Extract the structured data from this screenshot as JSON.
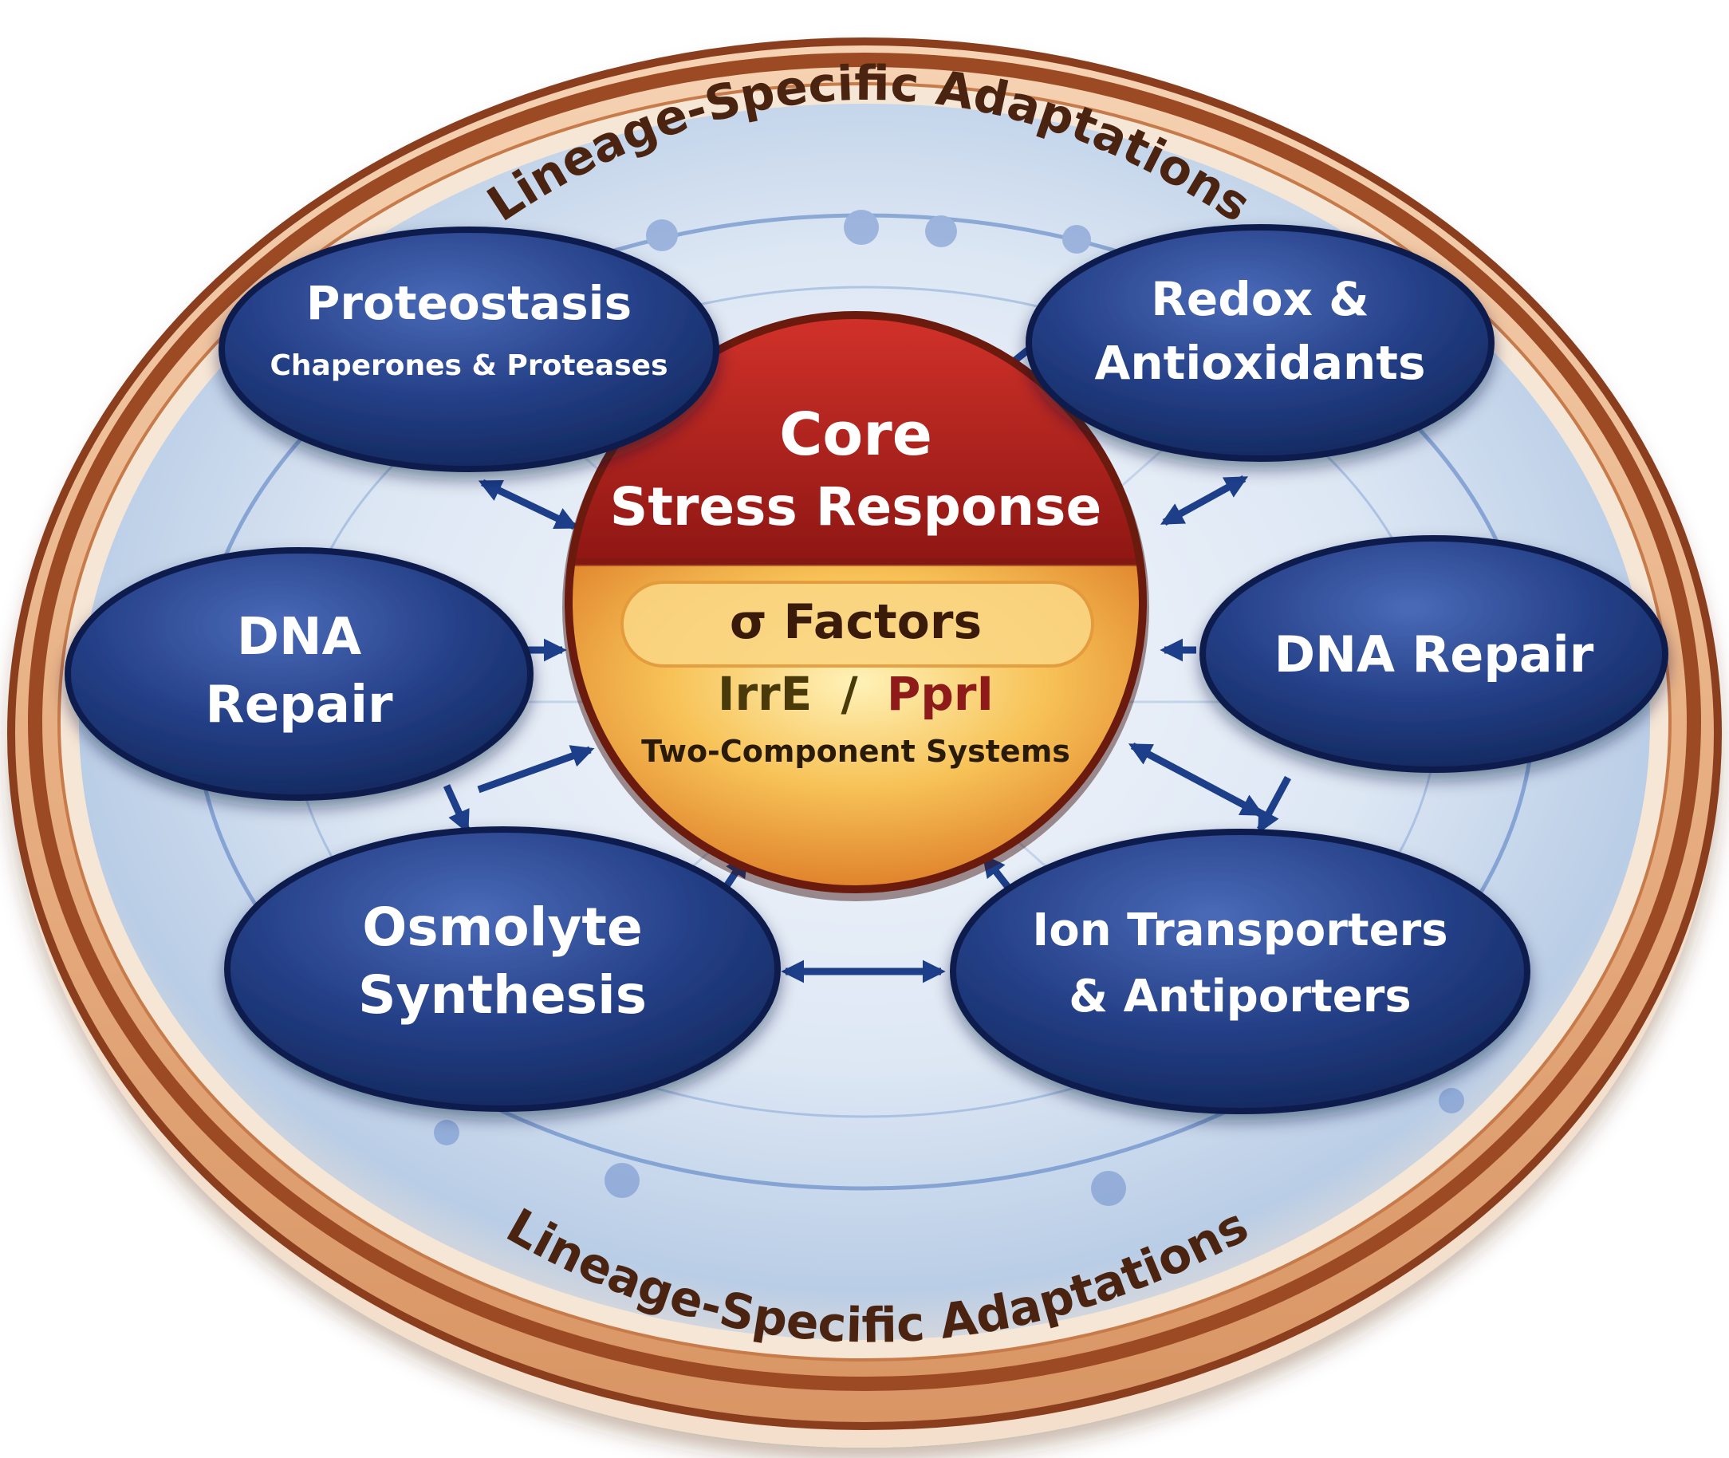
{
  "ring_labels": {
    "top": "Lineage-Specific Adaptations",
    "bottom": "Lineage-Specific Adaptations"
  },
  "core": {
    "title_line1": "Core",
    "title_line2": "Stress Response",
    "factors": "σ Factors",
    "irre": "IrrE",
    "separator": "/",
    "ppri": "PprI",
    "two_component": "Two-Component Systems"
  },
  "modules": {
    "proteostasis": {
      "title": "Proteostasis",
      "subtitle": "Chaperones & Proteases"
    },
    "redox": {
      "line1": "Redox &",
      "line2": "Antioxidants"
    },
    "dna_repair_left": {
      "line1": "DNA",
      "line2": "Repair"
    },
    "dna_repair_right": {
      "line1": "DNA Repair"
    },
    "osmolyte": {
      "line1": "Osmolyte",
      "line2": "Synthesis"
    },
    "ion_transporters": {
      "line1": "Ion Transporters",
      "line2": "& Antiporters"
    }
  },
  "colors": {
    "module_fill": "#1e3a7a",
    "module_edge": "#0f1f4e",
    "core_top": "#b3231d",
    "core_bottom": "#f2a531",
    "ring_band": "#e9b487",
    "ring_edge": "#8a3e1e",
    "arrow": "#1d3f8a",
    "ppri_text": "#8e1a1a"
  }
}
